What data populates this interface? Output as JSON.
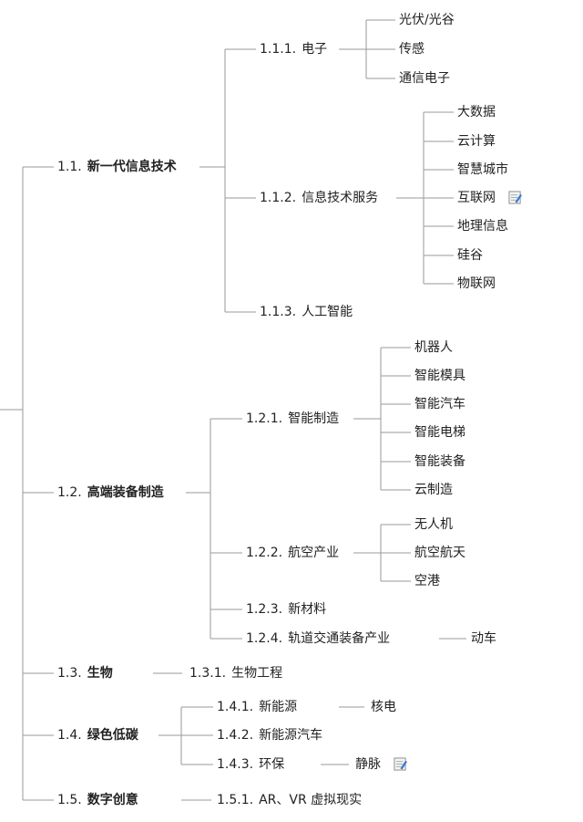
{
  "tree": {
    "sections": [
      {
        "num": "1.1.",
        "title": "新一代信息技术",
        "children": [
          {
            "num": "1.1.1.",
            "title": "电子",
            "leaves": [
              "光伏/光谷",
              "传感",
              "通信电子"
            ]
          },
          {
            "num": "1.1.2.",
            "title": "信息技术服务",
            "leaves": [
              "大数据",
              "云计算",
              "智慧城市",
              "互联网",
              "地理信息",
              "硅谷",
              "物联网"
            ]
          },
          {
            "num": "1.1.3.",
            "title": "人工智能",
            "leaves": []
          }
        ]
      },
      {
        "num": "1.2.",
        "title": "高端装备制造",
        "children": [
          {
            "num": "1.2.1.",
            "title": "智能制造",
            "leaves": [
              "机器人",
              "智能模具",
              "智能汽车",
              "智能电梯",
              "智能装备",
              "云制造"
            ]
          },
          {
            "num": "1.2.2.",
            "title": "航空产业",
            "leaves": [
              "无人机",
              "航空航天",
              "空港"
            ]
          },
          {
            "num": "1.2.3.",
            "title": "新材料",
            "leaves": []
          },
          {
            "num": "1.2.4.",
            "title": "轨道交通装备产业",
            "leaves": [
              "动车"
            ]
          }
        ]
      },
      {
        "num": "1.3.",
        "title": "生物",
        "children": [
          {
            "num": "1.3.1.",
            "title": "生物工程",
            "leaves": []
          }
        ]
      },
      {
        "num": "1.4.",
        "title": "绿色低碳",
        "children": [
          {
            "num": "1.4.1.",
            "title": "新能源",
            "leaves": [
              "核电"
            ]
          },
          {
            "num": "1.4.2.",
            "title": "新能源汽车",
            "leaves": []
          },
          {
            "num": "1.4.3.",
            "title": "环保",
            "leaves": [
              "静脉"
            ]
          }
        ]
      },
      {
        "num": "1.5.",
        "title": "数字创意",
        "children": [
          {
            "num": "1.5.1.",
            "title": "AR、VR 虚拟现实",
            "leaves": []
          }
        ]
      }
    ]
  },
  "notes": [
    "互联网",
    "静脉"
  ],
  "colors": {
    "line": "#9a9a9a",
    "text": "#222222",
    "note_paper": "#f4f4f4",
    "note_pencil": "#3a7bd5"
  },
  "icons": {
    "note": "note-pencil-icon"
  }
}
